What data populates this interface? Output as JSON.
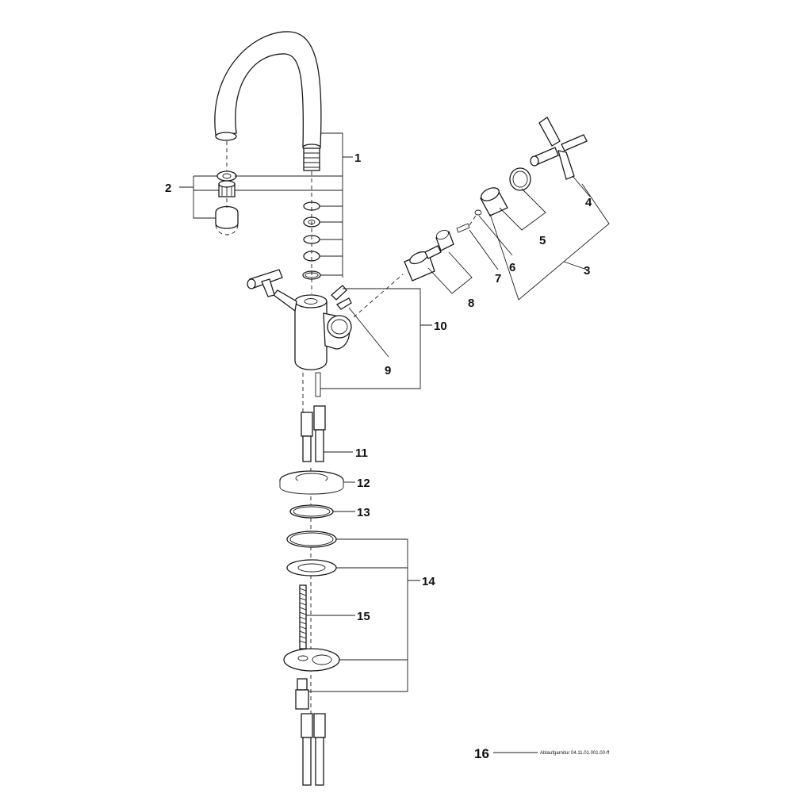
{
  "callouts": {
    "c1": "1",
    "c2": "2",
    "c3": "3",
    "c4": "4",
    "c5": "5",
    "c6": "6",
    "c7": "7",
    "c8": "8",
    "c9": "9",
    "c10": "10",
    "c11": "11",
    "c12": "12",
    "c13": "13",
    "c14": "14",
    "c15": "15",
    "c16": "16"
  },
  "note": "Ablaufgarnitur 04.11.01.001.00-ff",
  "colors": {
    "line": "#1a1a1a",
    "background": "#ffffff"
  }
}
